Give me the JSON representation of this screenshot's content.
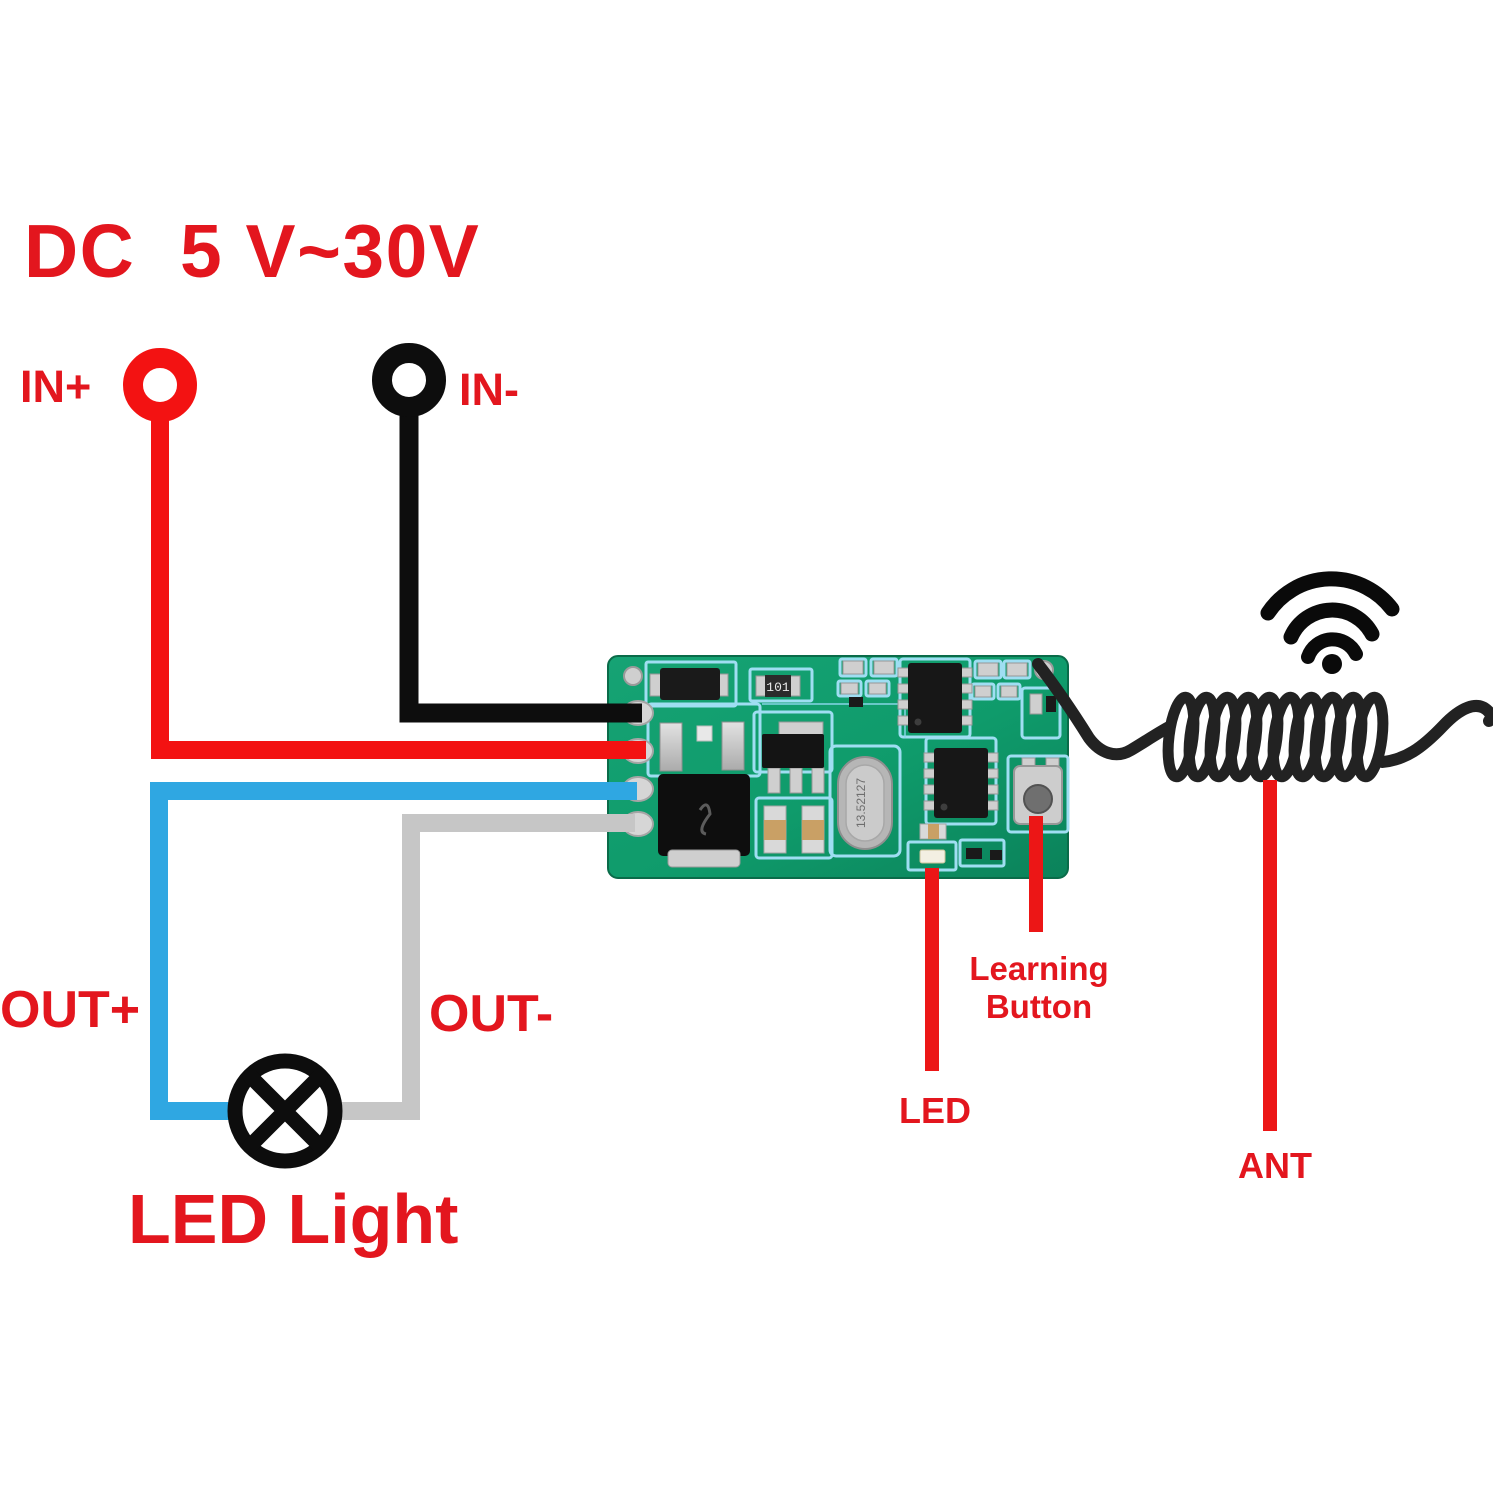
{
  "diagram": {
    "title": "DC  5 V~30V",
    "input_labels": {
      "positive": "IN+",
      "negative": "IN-"
    },
    "output_labels": {
      "positive": "OUT+",
      "negative": "OUT-"
    },
    "load_label": "LED Light",
    "callouts": {
      "learning_line1": "Learning",
      "learning_line2": "Button",
      "led": "LED",
      "ant": "ANT"
    },
    "pcb_markings": {
      "resistor_code": "101",
      "crystal_code": "13.52127"
    },
    "colors": {
      "label_red": "#e3161e",
      "wire_red": "#f31212",
      "wire_black": "#0d0d0d",
      "wire_blue": "#2fa7e2",
      "wire_gray": "#c6c6c6",
      "callout_line_red": "#ec1616",
      "pcb_green": "#0f9b6b"
    },
    "icons": {
      "wifi": "wifi-signal-icon",
      "lamp": "lamp-cross-icon",
      "antenna": "coil-antenna"
    }
  }
}
